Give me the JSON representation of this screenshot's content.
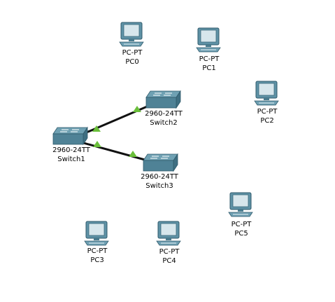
{
  "workspace": {
    "background": "#ffffff",
    "link_color": "#111111",
    "link_status_color": "#6abf3a"
  },
  "devices": {
    "pc0": {
      "type": "PC-PT",
      "name": "PC0",
      "icon": "pc-icon"
    },
    "pc1": {
      "type": "PC-PT",
      "name": "PC1",
      "icon": "pc-icon"
    },
    "pc2": {
      "type": "PC-PT",
      "name": "PC2",
      "icon": "pc-icon"
    },
    "pc3": {
      "type": "PC-PT",
      "name": "PC3",
      "icon": "pc-icon"
    },
    "pc4": {
      "type": "PC-PT",
      "name": "PC4",
      "icon": "pc-icon"
    },
    "pc5": {
      "type": "PC-PT",
      "name": "PC5",
      "icon": "pc-icon"
    },
    "switch1": {
      "type": "2960-24TT",
      "name": "Switch1",
      "icon": "switch-icon"
    },
    "switch2": {
      "type": "2960-24TT",
      "name": "Switch2",
      "icon": "switch-icon"
    },
    "switch3": {
      "type": "2960-24TT",
      "name": "Switch3",
      "icon": "switch-icon"
    }
  },
  "links": [
    {
      "from": "Switch1",
      "to": "Switch2",
      "status": "up"
    },
    {
      "from": "Switch1",
      "to": "Switch3",
      "status": "up"
    }
  ]
}
